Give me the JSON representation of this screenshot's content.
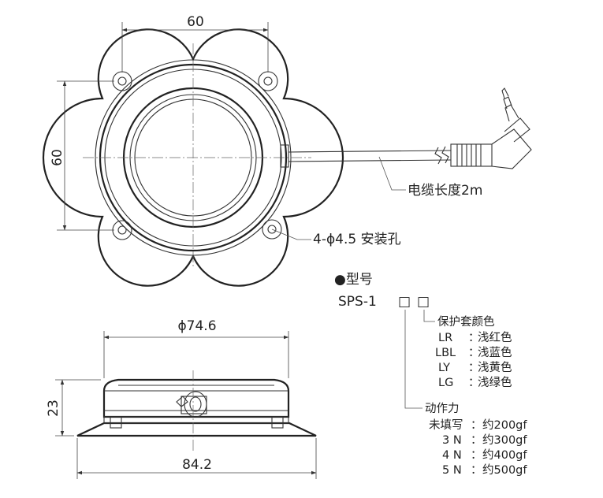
{
  "top_view": {
    "width_dim": "60",
    "height_dim": "60",
    "cable_label": "电缆长度2m",
    "hole_label": "4-ϕ4.5 安装孔"
  },
  "side_view": {
    "diameter_dim": "ϕ74.6",
    "height_dim": "23",
    "base_dim": "84.2"
  },
  "model": {
    "heading": "●型号",
    "code": "SPS-1",
    "slot_glyphs": [
      "□",
      "□"
    ],
    "color_group": {
      "title": "保护套颜色",
      "items": [
        {
          "code": "LR",
          "sep": "：",
          "desc": "浅红色"
        },
        {
          "code": "LBL",
          "sep": "：",
          "desc": "浅蓝色"
        },
        {
          "code": "LY",
          "sep": "：",
          "desc": "浅黄色"
        },
        {
          "code": "LG",
          "sep": "：",
          "desc": "浅绿色"
        }
      ]
    },
    "force_group": {
      "title": "动作力",
      "items": [
        {
          "code": "未填写",
          "sep": "：",
          "desc": "约200gf"
        },
        {
          "code": "3 N",
          "sep": "：",
          "desc": "约300gf"
        },
        {
          "code": "4 N",
          "sep": "：",
          "desc": "约400gf"
        },
        {
          "code": "5 N",
          "sep": "：",
          "desc": "约500gf"
        }
      ]
    }
  }
}
